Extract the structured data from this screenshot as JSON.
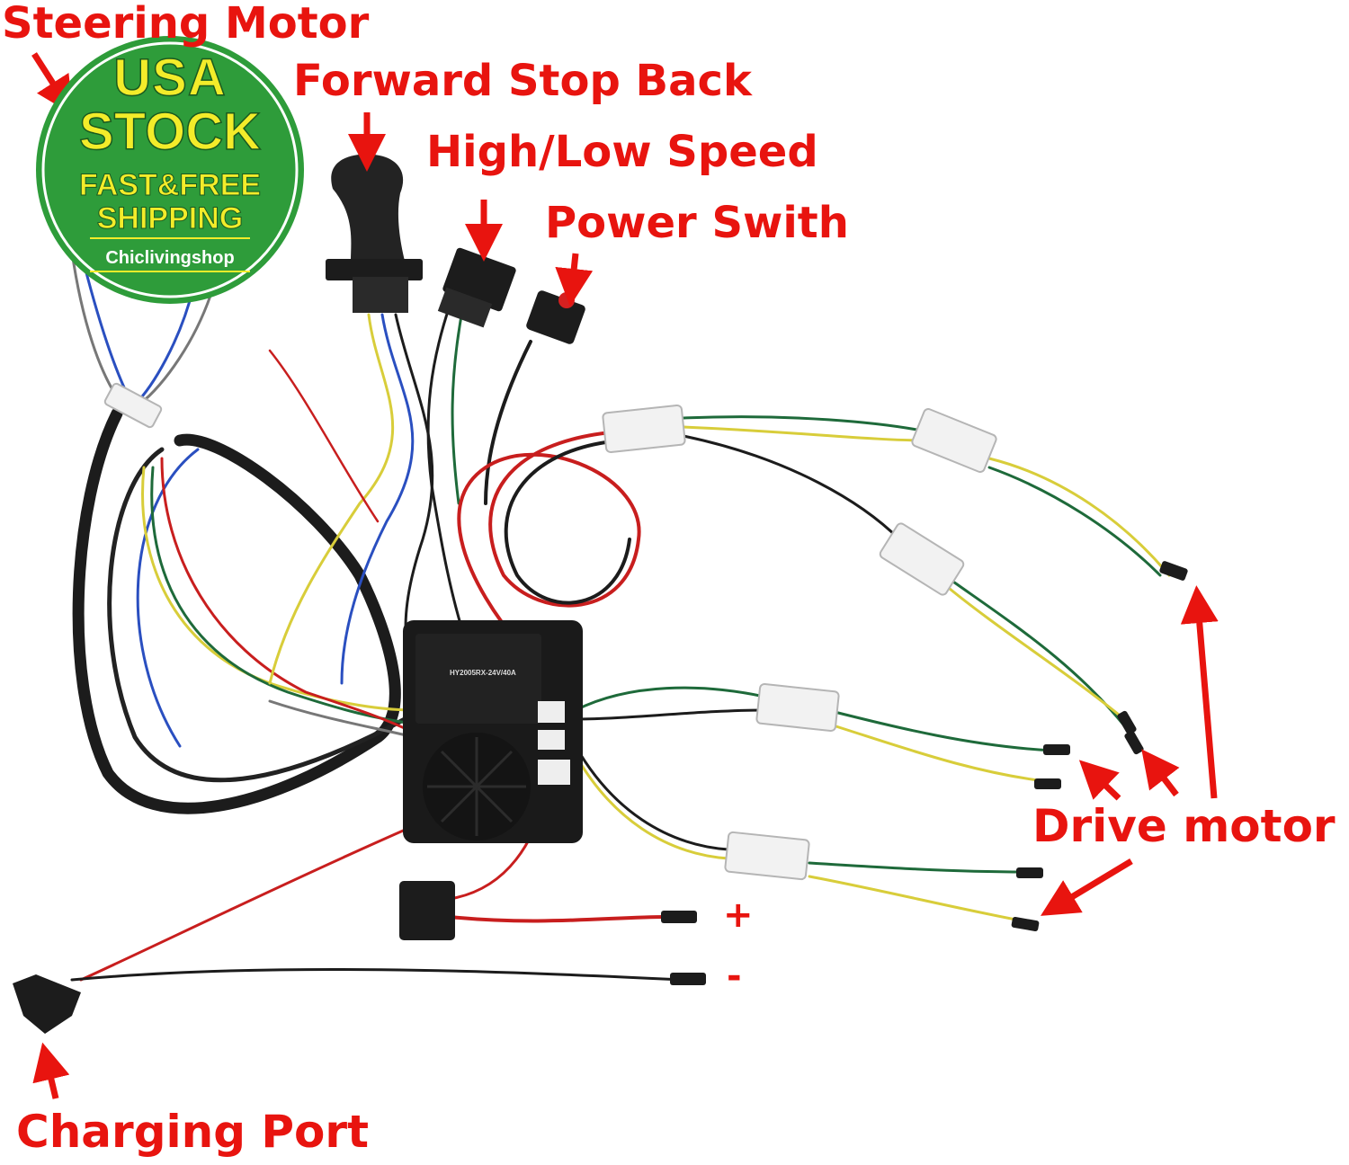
{
  "labels": {
    "steering_motor": "Steering Motor",
    "forward_stop_back": "Forward Stop Back",
    "speed": "High/Low Speed",
    "power": "Power Swith",
    "drive_motor": "Drive motor",
    "charging_port": "Charging Port",
    "plus": "+",
    "minus": "-"
  },
  "badge": {
    "line1": "USA",
    "line2": "STOCK",
    "line3": "FAST&FREE",
    "line4": "SHIPPING",
    "shop": "Chiclivingshop"
  },
  "controller": {
    "model": "HY2005RX-24V/40A"
  },
  "colors": {
    "label_red": "#e8140f",
    "badge_green": "#2e9c3a",
    "badge_yellow": "#f3ec2a",
    "wire_red": "#c81e1e",
    "wire_black": "#1c1c1c",
    "wire_green": "#1e6a3a",
    "wire_yellow": "#d8cd3a",
    "wire_blue": "#2a4fc0"
  }
}
